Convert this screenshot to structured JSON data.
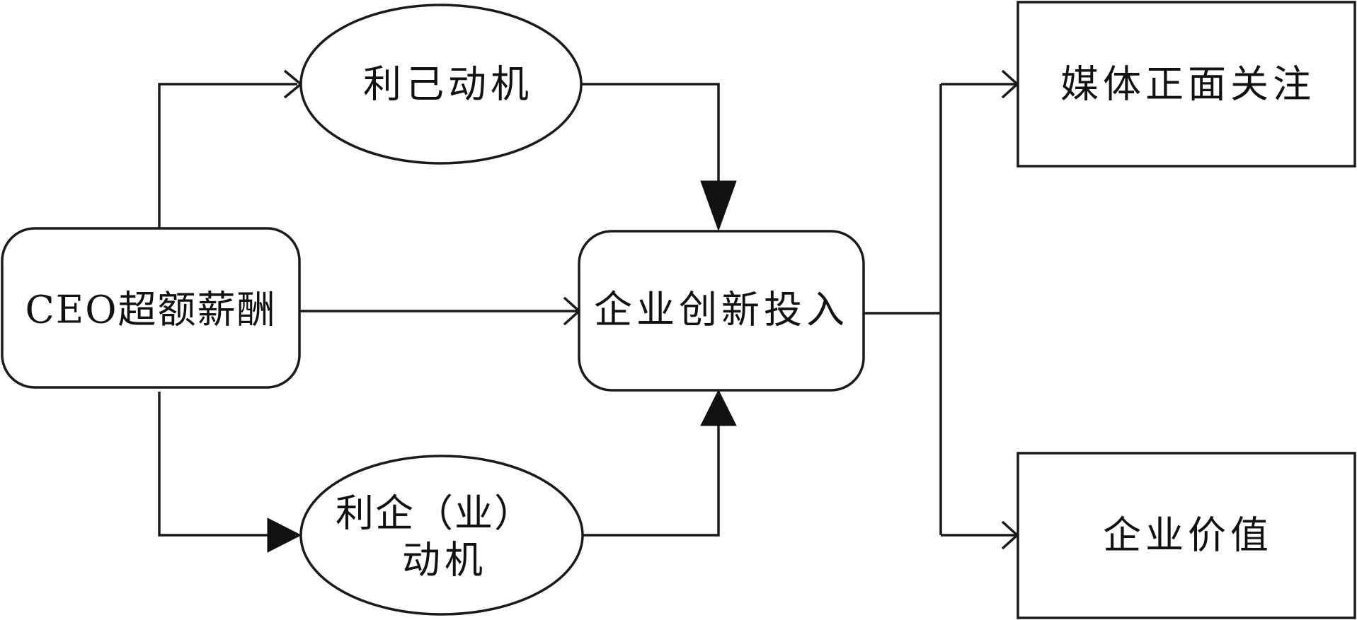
{
  "nodes": {
    "ceo_pay": {
      "label": "CEO超额薪酬",
      "shape": "rounded-rectangle"
    },
    "self_motive": {
      "label": "利己动机",
      "shape": "ellipse"
    },
    "firm_motive": {
      "lines": [
        "利企（业）",
        "动机"
      ],
      "shape": "ellipse"
    },
    "innovation": {
      "label": "企业创新投入",
      "shape": "rounded-rectangle"
    },
    "media": {
      "label": "媒体正面关注",
      "shape": "rectangle"
    },
    "value": {
      "label": "企业价值",
      "shape": "rectangle"
    }
  },
  "edges": [
    {
      "from": "CEO超额薪酬",
      "to": "利己动机",
      "arrowhead": "open"
    },
    {
      "from": "CEO超额薪酬",
      "to": "利企（业）动机",
      "arrowhead": "solid"
    },
    {
      "from": "CEO超额薪酬",
      "to": "企业创新投入",
      "arrowhead": "open"
    },
    {
      "from": "利己动机",
      "to": "企业创新投入",
      "arrowhead": "solid"
    },
    {
      "from": "利企（业）动机",
      "to": "企业创新投入",
      "arrowhead": "solid"
    },
    {
      "from": "企业创新投入",
      "to": "媒体正面关注",
      "arrowhead": "open"
    },
    {
      "from": "企业创新投入",
      "to": "企业价值",
      "arrowhead": "open"
    }
  ],
  "colors": {
    "stroke": "#1a1a1a",
    "fill": "#ffffff",
    "text": "#111111"
  }
}
